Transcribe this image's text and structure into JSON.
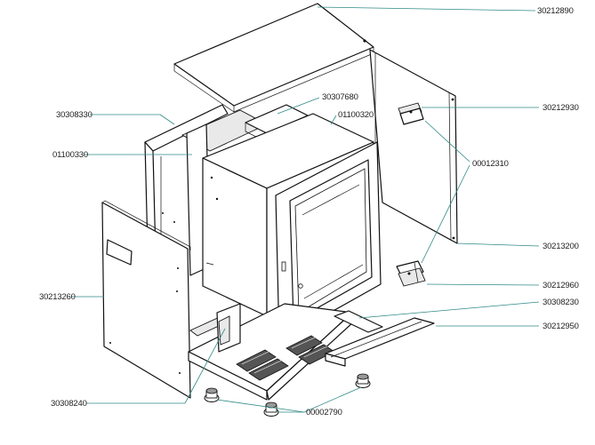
{
  "parts": [
    {
      "id": "top-cover",
      "number": "30212890"
    },
    {
      "id": "top-bracket",
      "number": "30307680"
    },
    {
      "id": "inner-chamber",
      "number": "01100320"
    },
    {
      "id": "left-panel-top",
      "number": "30308330"
    },
    {
      "id": "gasket",
      "number": "01100330"
    },
    {
      "id": "hinge-top",
      "number": "30212930"
    },
    {
      "id": "hinge-pins",
      "number": "00012310"
    },
    {
      "id": "door-seal",
      "number": "30213200"
    },
    {
      "id": "side-panel",
      "number": "30213260"
    },
    {
      "id": "hinge-bottom",
      "number": "30212960"
    },
    {
      "id": "base-rail",
      "number": "30308230"
    },
    {
      "id": "front-rail",
      "number": "30212950"
    },
    {
      "id": "base-frame",
      "number": "30308240"
    },
    {
      "id": "feet",
      "number": "00002790"
    }
  ],
  "colors": {
    "leader": "#2f8a86",
    "outline": "#111111"
  }
}
